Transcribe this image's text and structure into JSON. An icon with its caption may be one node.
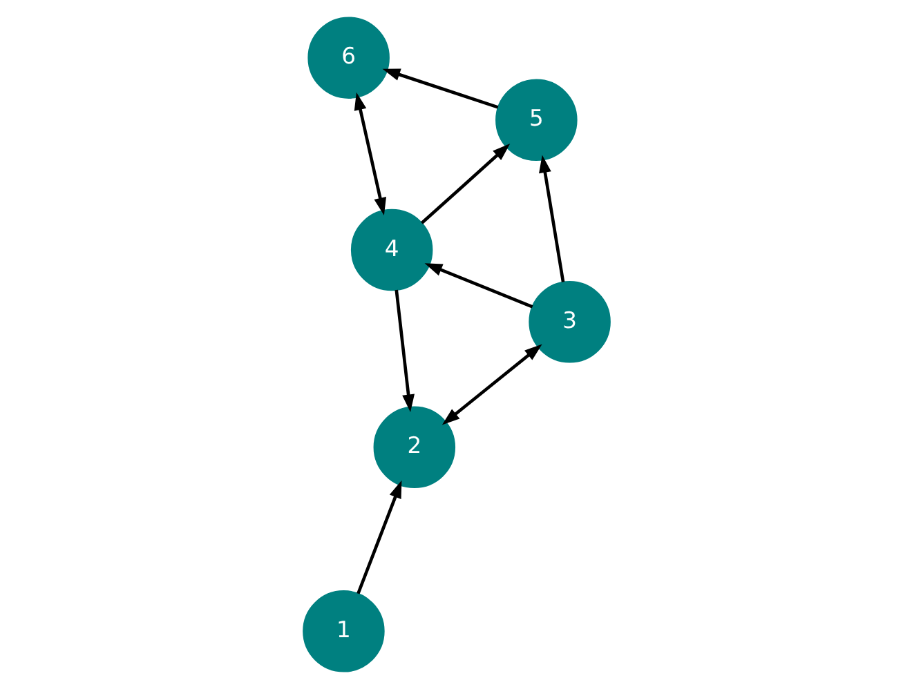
{
  "diagram": {
    "nodes": [
      {
        "text": [
          "1"
        ]
      },
      {
        "text": [
          "2"
        ]
      },
      {
        "text": [
          "3"
        ]
      },
      {
        "text": [
          "4"
        ]
      },
      {
        "text": [
          "5"
        ]
      },
      {
        "text": [
          "6"
        ]
      }
    ],
    "edges": [
      {
        "from": 0,
        "to": 1,
        "arrow": "to"
      },
      {
        "from": 1,
        "to": 2,
        "arrow": "both"
      },
      {
        "from": 2,
        "to": 4,
        "arrow": "to"
      },
      {
        "from": 2,
        "to": 3,
        "arrow": "to"
      },
      {
        "from": 3,
        "to": 1,
        "arrow": "to"
      },
      {
        "from": 3,
        "to": 4,
        "arrow": "to"
      },
      {
        "from": 4,
        "to": 5,
        "arrow": "to"
      },
      {
        "from": 3,
        "to": 5,
        "arrow": "both"
      }
    ]
  }
}
